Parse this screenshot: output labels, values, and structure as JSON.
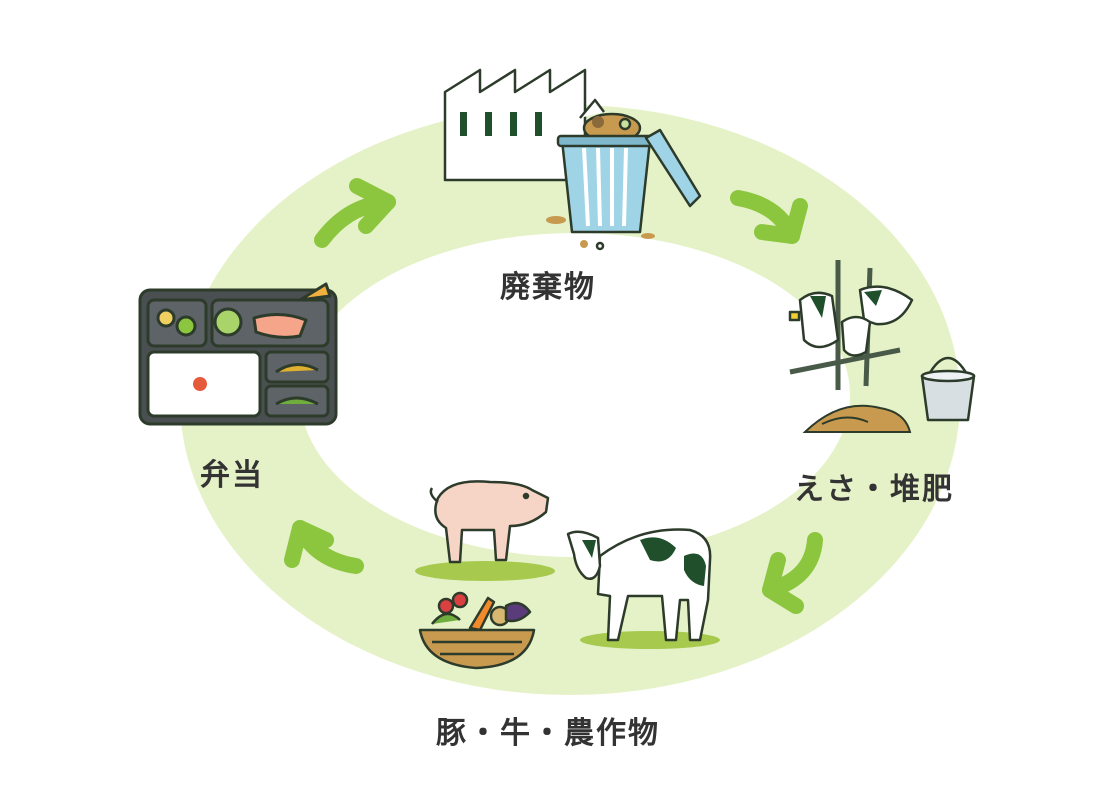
{
  "labels": {
    "waste": "廃棄物",
    "feed": "えさ・堆肥",
    "farm": "豚・牛・農作物",
    "bento": "弁当"
  },
  "colors": {
    "ring": "#e5f2c7",
    "arrow": "#8cc63f",
    "ink": "#2d3b2b",
    "dark_green": "#1f4f2b",
    "grass": "#a6c94e",
    "text": "#333333"
  },
  "icons": [
    "factory-icon",
    "trash-can-icon",
    "cow-feeding-icon",
    "bucket-icon",
    "feed-pile-icon",
    "pig-icon",
    "cow-icon",
    "vegetable-basket-icon",
    "bento-box-icon",
    "cycle-arrow-icon"
  ]
}
